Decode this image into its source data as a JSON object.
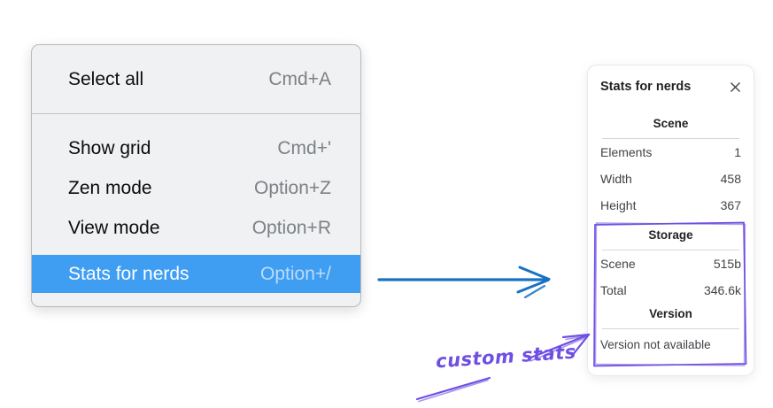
{
  "colors": {
    "menu_highlight": "#3f9ef2",
    "blue_arrow": "#1971c2",
    "violet_annotation": "#6f4fe3"
  },
  "menu": {
    "sections": [
      {
        "items": [
          {
            "label": "Select all",
            "shortcut": "Cmd+A"
          }
        ]
      },
      {
        "items": [
          {
            "label": "Show grid",
            "shortcut": "Cmd+'"
          },
          {
            "label": "Zen mode",
            "shortcut": "Option+Z"
          },
          {
            "label": "View mode",
            "shortcut": "Option+R"
          },
          {
            "label": "Stats for nerds",
            "shortcut": "Option+/"
          }
        ]
      }
    ]
  },
  "stats_panel": {
    "title": "Stats for nerds",
    "sections": [
      {
        "header": "Scene",
        "rows": [
          {
            "label": "Elements",
            "value": "1"
          },
          {
            "label": "Width",
            "value": "458"
          },
          {
            "label": "Height",
            "value": "367"
          }
        ]
      },
      {
        "header": "Storage",
        "rows": [
          {
            "label": "Scene",
            "value": "515b"
          },
          {
            "label": "Total",
            "value": "346.6k"
          }
        ]
      },
      {
        "header": "Version",
        "note": "Version not available"
      }
    ]
  },
  "annotation": {
    "label": "custom stats"
  }
}
